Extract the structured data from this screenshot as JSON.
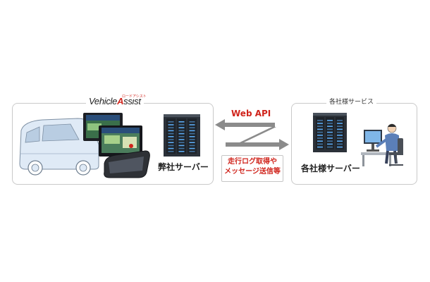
{
  "brand": {
    "logo_prefix": "Vehicle",
    "logo_accent": "A",
    "logo_suffix": "ssist",
    "logo_sub": "ロードアシスト"
  },
  "services_label": "各社様サービス",
  "our_server_label": "弊社サーバー",
  "each_server_label": "各社様サーバー",
  "api_label": "Web API",
  "callout": {
    "line1": "走行ログ取得や",
    "line2": "メッセージ送信等"
  },
  "colors": {
    "accent_red": "#d0241c",
    "server_dark": "#2b3139",
    "server_led": "#5fb3ff",
    "box_border": "#c9c9c9",
    "arrow_gray": "#8b8b8b"
  },
  "icons": [
    "van-icon",
    "navigation-device-icon",
    "mirror-device-icon",
    "server-rack-icon",
    "office-worker-icon"
  ]
}
